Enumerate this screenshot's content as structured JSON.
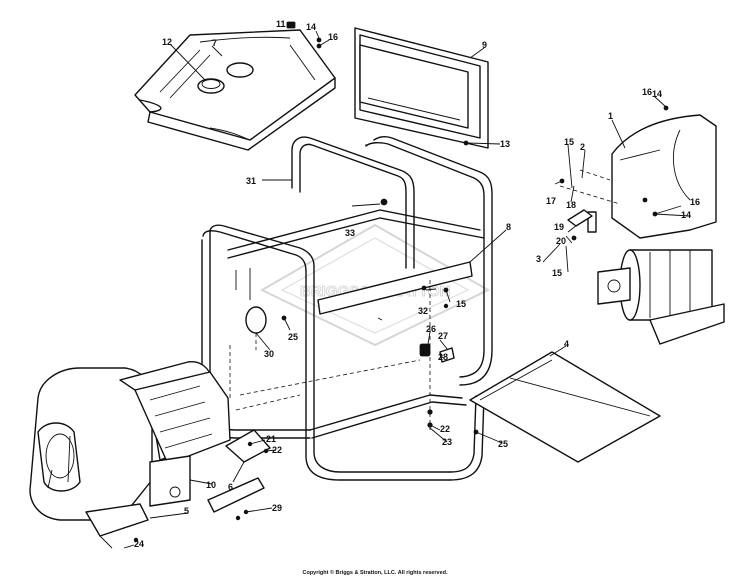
{
  "callouts": [
    "1",
    "2",
    "3",
    "4",
    "5",
    "6",
    "7",
    "8",
    "9",
    "10",
    "11",
    "12",
    "13",
    "14",
    "14",
    "14",
    "15",
    "15",
    "15",
    "16",
    "16",
    "16",
    "17",
    "18",
    "19",
    "20",
    "21",
    "22",
    "22",
    "23",
    "24",
    "25",
    "25",
    "26",
    "27",
    "28",
    "29",
    "30",
    "31",
    "32",
    "33"
  ],
  "watermark": "BRIGGS&STRATTON",
  "copyright": "Copyright © Briggs & Stratton, LLC. All rights reserved."
}
